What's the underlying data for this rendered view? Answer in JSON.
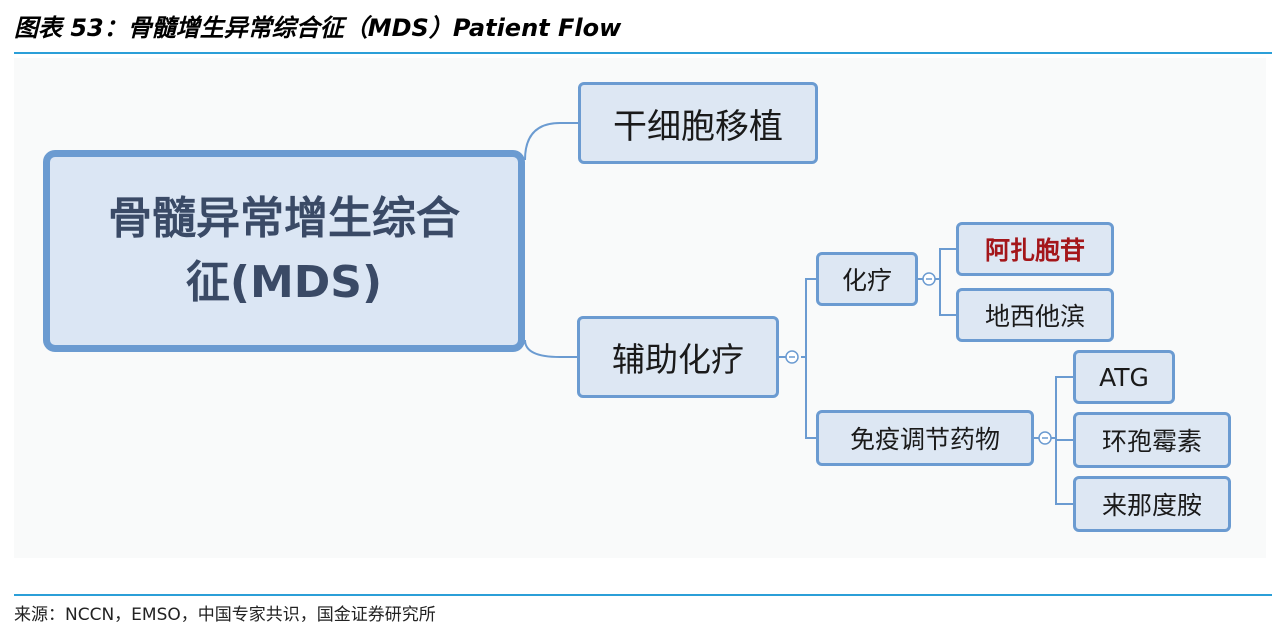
{
  "header": {
    "title": "图表 53：骨髓增生异常综合征（MDS）Patient Flow"
  },
  "diagram": {
    "root": "骨髓异常增生综合征(MDS)",
    "stem_cell_transplant": "干细胞移植",
    "supportive_therapy": "辅助化疗",
    "chemotherapy": "化疗",
    "azacitidine": "阿扎胞苷",
    "decitabine": "地西他滨",
    "immunomodulators": "免疫调节药物",
    "atg": "ATG",
    "cyclosporine": "环孢霉素",
    "lenalidomide": "来那度胺",
    "colors": {
      "node_fill": "#dde7f3",
      "node_border": "#6b9bd1",
      "connector": "#6b9bd1",
      "highlight_text": "#a4161a",
      "rule": "#2b9fd8"
    }
  },
  "footer": {
    "source": "来源：NCCN，EMSO，中国专家共识，国金证券研究所"
  }
}
